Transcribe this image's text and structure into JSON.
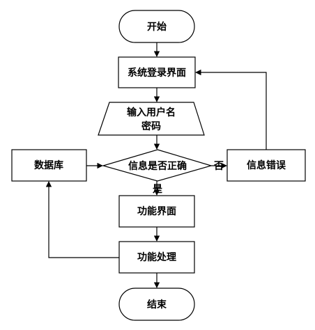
{
  "nodes": {
    "start": "开始",
    "login": "系统登录界面",
    "input_line1": "输入用户名",
    "input_line2": "密码",
    "decision": "信息是否正确",
    "database": "数据库",
    "error": "信息错误",
    "function_ui": "功能界面",
    "function_proc": "功能处理",
    "end": "结束"
  },
  "edges": {
    "no": "否",
    "yes": "是"
  }
}
